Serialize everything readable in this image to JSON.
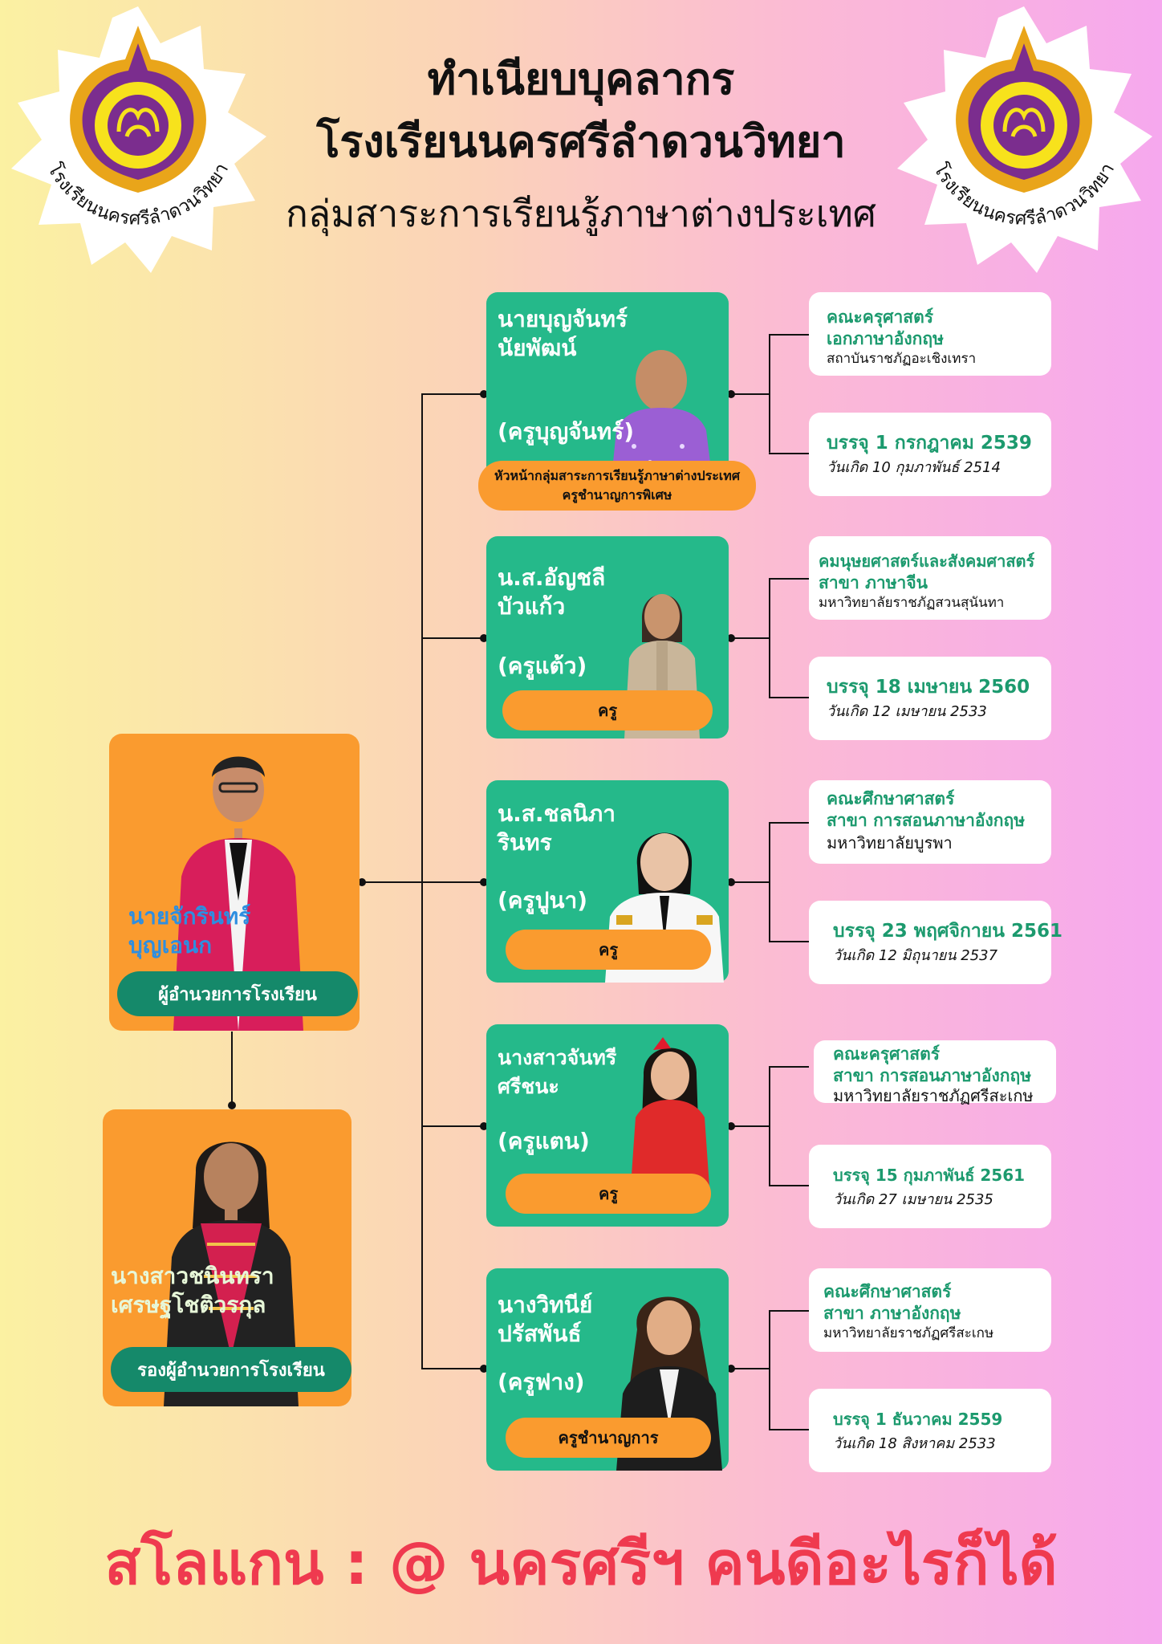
{
  "header": {
    "title_line1": "ทำเนียบบุคลากร",
    "title_line2": "โรงเรียนนครศรีลำดวนวิทยา",
    "subtitle": "กลุ่มสาระการเรียนรู้ภาษาต่างประเทศ",
    "logo_caption": "โรงเรียนนครศรีลำดวนวิทยา"
  },
  "colors": {
    "card_green": "#25b98a",
    "role_orange": "#fa9b2f",
    "position_green": "#15896a",
    "info_text_green": "#1c9a6e",
    "slogan_red": "#ef3a4f",
    "logo_purple": "#7b2d8e",
    "logo_yellow": "#f7e21c"
  },
  "director": {
    "name_line1": "นายจักรินทร์",
    "name_line2": "บุญเอนก",
    "position": "ผู้อำนวยการโรงเรียน"
  },
  "deputy": {
    "name_line1": "นางสาวชนินทรา",
    "name_line2": "เศรษฐโชติวรกุล",
    "position": "รองผู้อำนวยการโรงเรียน"
  },
  "teachers": [
    {
      "name_line1": "นายบุญจันทร์",
      "name_line2": "นัยพัฒน์",
      "nickname": "(ครูบุญจันทร์)",
      "role_line1": "หัวหน้ากลุ่มสาระการเรียนรู้ภาษาต่างประเทศ",
      "role_line2": "ครูชำนาญการพิเศษ",
      "edu_line1": "คณะครุศาสตร์",
      "edu_line2": "เอกภาษาอังกฤษ",
      "edu_line3": "สถาบันราชภัฏอะเชิงเทรา",
      "start": "บรรจุ 1 กรกฎาคม 2539",
      "birth": "วันเกิด  10 กุมภาพันธ์ 2514"
    },
    {
      "name_line1": "น.ส.อัญชลี",
      "name_line2": "บัวแก้ว",
      "nickname": "(ครูแต้ว)",
      "role_line1": "ครู",
      "edu_line1": "คมนุษยศาสตร์และสังคมศาสตร์",
      "edu_line2": "สาขา ภาษาจีน",
      "edu_line3": "มหาวิทยาลัยราชภัฏสวนสุนันทา",
      "start": "บรรจุ 18  เมษายน 2560",
      "birth": "วันเกิด 12 เมษายน 2533"
    },
    {
      "name_line1": "น.ส.ชลนิภา",
      "name_line2": "รินทร",
      "nickname": "(ครูปูนา)",
      "role_line1": "ครู",
      "edu_line1": "คณะศึกษาศาสตร์",
      "edu_line2": "สาขา การสอนภาษาอังกฤษ",
      "edu_line3": "มหาวิทยาลัยบูรพา",
      "start": "บรรจุ 23 พฤศจิกายน 2561",
      "birth": "วันเกิด  12 มิถุนายน 2537"
    },
    {
      "name_line1": "นางสาวจันทรี",
      "name_line2": "ศรีชนะ",
      "nickname": "(ครูแตน)",
      "role_line1": "ครู",
      "edu_line1": "คณะครุศาสตร์",
      "edu_line2": "สาขา การสอนภาษาอังกฤษ",
      "edu_line3": "มหาวิทยาลัยราชภัฏศรีสะเกษ",
      "start": "บรรจุ 15 กุมภาพันธ์ 2561",
      "birth": "วันเกิด 27 เมษายน 2535"
    },
    {
      "name_line1": "นางวิทนีย์",
      "name_line2": "ปรัสพันธ์",
      "nickname": "(ครูฟาง)",
      "role_line1": "ครูชำนาญการ",
      "edu_line1": "คณะศึกษาศาสตร์",
      "edu_line2": "สาขา ภาษาอังกฤษ",
      "edu_line3": "มหาวิทยาลัยราชภัฏศรีสะเกษ",
      "start": "บรรจุ  1 ธันวาคม 2559",
      "birth": "วันเกิด 18 สิงหาคม 2533"
    }
  ],
  "slogan": "สโลแกน : @ นครศรีฯ คนดีอะไรก็ได้"
}
